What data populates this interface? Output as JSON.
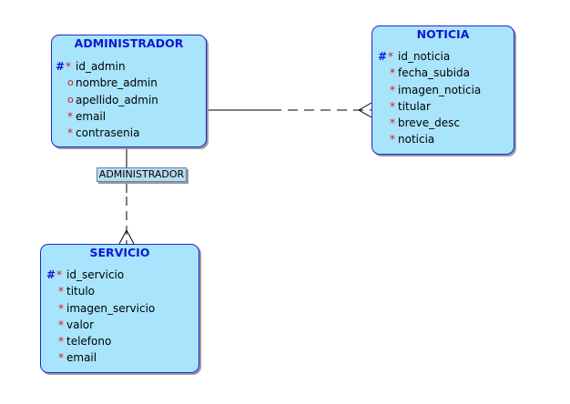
{
  "entities": [
    {
      "id": "administrador",
      "title": "ADMINISTRADOR",
      "attributes": [
        {
          "marker": "*",
          "pk": true,
          "name": "id_admin"
        },
        {
          "marker": "o",
          "pk": false,
          "name": "nombre_admin"
        },
        {
          "marker": "o",
          "pk": false,
          "name": "apellido_admin"
        },
        {
          "marker": "*",
          "pk": false,
          "name": "email"
        },
        {
          "marker": "*",
          "pk": false,
          "name": "contrasenia"
        }
      ]
    },
    {
      "id": "noticia",
      "title": "NOTICIA",
      "attributes": [
        {
          "marker": "*",
          "pk": true,
          "name": "id_noticia"
        },
        {
          "marker": "*",
          "pk": false,
          "name": "fecha_subida"
        },
        {
          "marker": "*",
          "pk": false,
          "name": "imagen_noticia"
        },
        {
          "marker": "*",
          "pk": false,
          "name": "titular"
        },
        {
          "marker": "*",
          "pk": false,
          "name": "breve_desc"
        },
        {
          "marker": "*",
          "pk": false,
          "name": "noticia"
        }
      ]
    },
    {
      "id": "servicio",
      "title": "SERVICIO",
      "attributes": [
        {
          "marker": "*",
          "pk": true,
          "name": "id_servicio"
        },
        {
          "marker": "*",
          "pk": false,
          "name": "titulo"
        },
        {
          "marker": "*",
          "pk": false,
          "name": "imagen_servicio"
        },
        {
          "marker": "*",
          "pk": false,
          "name": "valor"
        },
        {
          "marker": "*",
          "pk": false,
          "name": "telefono"
        },
        {
          "marker": "*",
          "pk": false,
          "name": "email"
        }
      ]
    }
  ],
  "relationships": [
    {
      "from": "ADMINISTRADOR",
      "to": "NOTICIA",
      "cardinality": "one-to-many",
      "label": ""
    },
    {
      "from": "ADMINISTRADOR",
      "to": "SERVICIO",
      "cardinality": "one-to-many",
      "label": "ADMINISTRADOR"
    }
  ],
  "symbols": {
    "pk": "#"
  },
  "colors": {
    "entity_fill": "#a8e4fb",
    "entity_border": "#1f27d6",
    "title": "#0e18d4",
    "mandatory_marker": "#d11b1b",
    "relationship_line": "#000000",
    "label_fill": "#b9dbef"
  }
}
